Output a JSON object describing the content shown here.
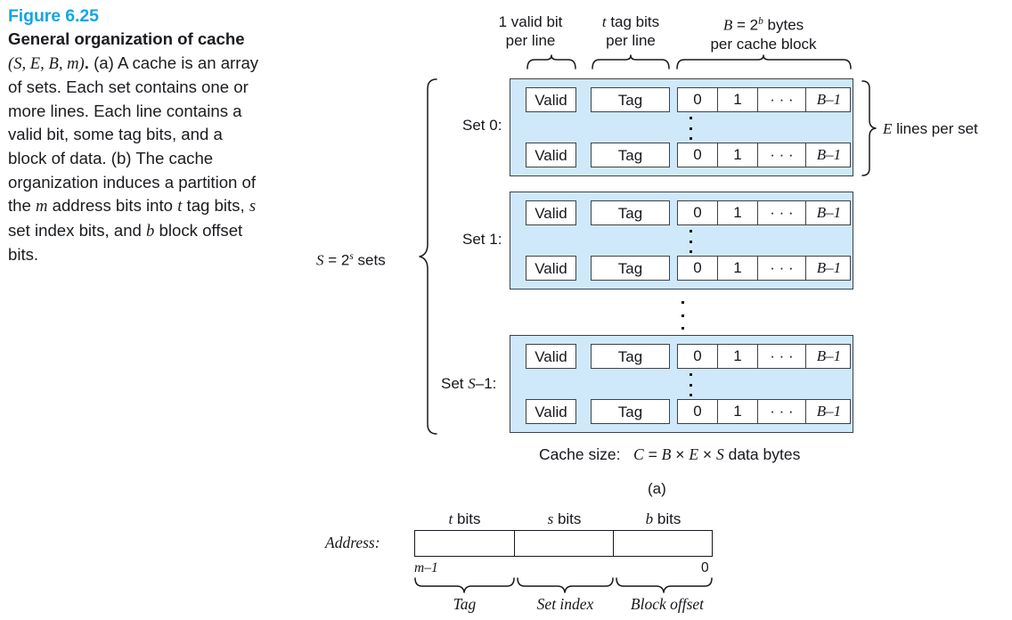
{
  "caption": {
    "figure_number": "Figure 6.25",
    "title_bold": "General organization of cache",
    "title_params": "(S, E, B, m).",
    "body": "(a) A cache is an array of sets. Each set contains one or more lines. Each line contains a valid bit, some tag bits, and a block of data. (b) The cache organization induces a partition of the m address bits into t tag bits, s set index bits, and b block offset bits."
  },
  "colors": {
    "figure_number": "#16a5e4",
    "set_fill": "#cfe9fa",
    "stroke": "#3d4247",
    "text": "#16181d"
  },
  "column_headers": {
    "valid": {
      "line1": "1 valid bit",
      "line2": "per line"
    },
    "tag": {
      "line1_prefix": "t",
      "line1_rest": " tag bits",
      "line2": "per line"
    },
    "block": {
      "line1_B": "B",
      "line1_eq": " = 2",
      "line1_sup": "b",
      "line1_rest": " bytes",
      "line2": "per cache block"
    }
  },
  "sets_brace_label": {
    "S": "S",
    "eq": " = 2",
    "sup": "s",
    "rest": " sets"
  },
  "lines_brace_label": {
    "E": "E",
    "rest": " lines per set"
  },
  "sets": [
    {
      "label": "Set 0:",
      "lines": [
        {
          "valid": "Valid",
          "tag": "Tag",
          "bytes": [
            "0",
            "1",
            "· · ·",
            "B–1"
          ]
        },
        {
          "valid": "Valid",
          "tag": "Tag",
          "bytes": [
            "0",
            "1",
            "· · ·",
            "B–1"
          ]
        }
      ]
    },
    {
      "label": "Set 1:",
      "lines": [
        {
          "valid": "Valid",
          "tag": "Tag",
          "bytes": [
            "0",
            "1",
            "· · ·",
            "B–1"
          ]
        },
        {
          "valid": "Valid",
          "tag": "Tag",
          "bytes": [
            "0",
            "1",
            "· · ·",
            "B–1"
          ]
        }
      ]
    },
    {
      "label": "Set S–1:",
      "lines": [
        {
          "valid": "Valid",
          "tag": "Tag",
          "bytes": [
            "0",
            "1",
            "· · ·",
            "B–1"
          ]
        },
        {
          "valid": "Valid",
          "tag": "Tag",
          "bytes": [
            "0",
            "1",
            "· · ·",
            "B–1"
          ]
        }
      ]
    }
  ],
  "cache_size": {
    "prefix": "Cache size:",
    "formula_C": "C",
    "formula_eq": " = ",
    "formula_B": "B",
    "formula_x1": " × ",
    "formula_E": "E",
    "formula_x2": " × ",
    "formula_S": "S",
    "formula_tail": " data bytes"
  },
  "part_labels": {
    "a": "(a)"
  },
  "address": {
    "row_label": "Address:",
    "field_headers": [
      {
        "sym": "t",
        "rest": " bits"
      },
      {
        "sym": "s",
        "rest": " bits"
      },
      {
        "sym": "b",
        "rest": " bits"
      }
    ],
    "bit_left": "m–1",
    "bit_right": "0",
    "brace_labels": [
      "Tag",
      "Set index",
      "Block offset"
    ]
  }
}
